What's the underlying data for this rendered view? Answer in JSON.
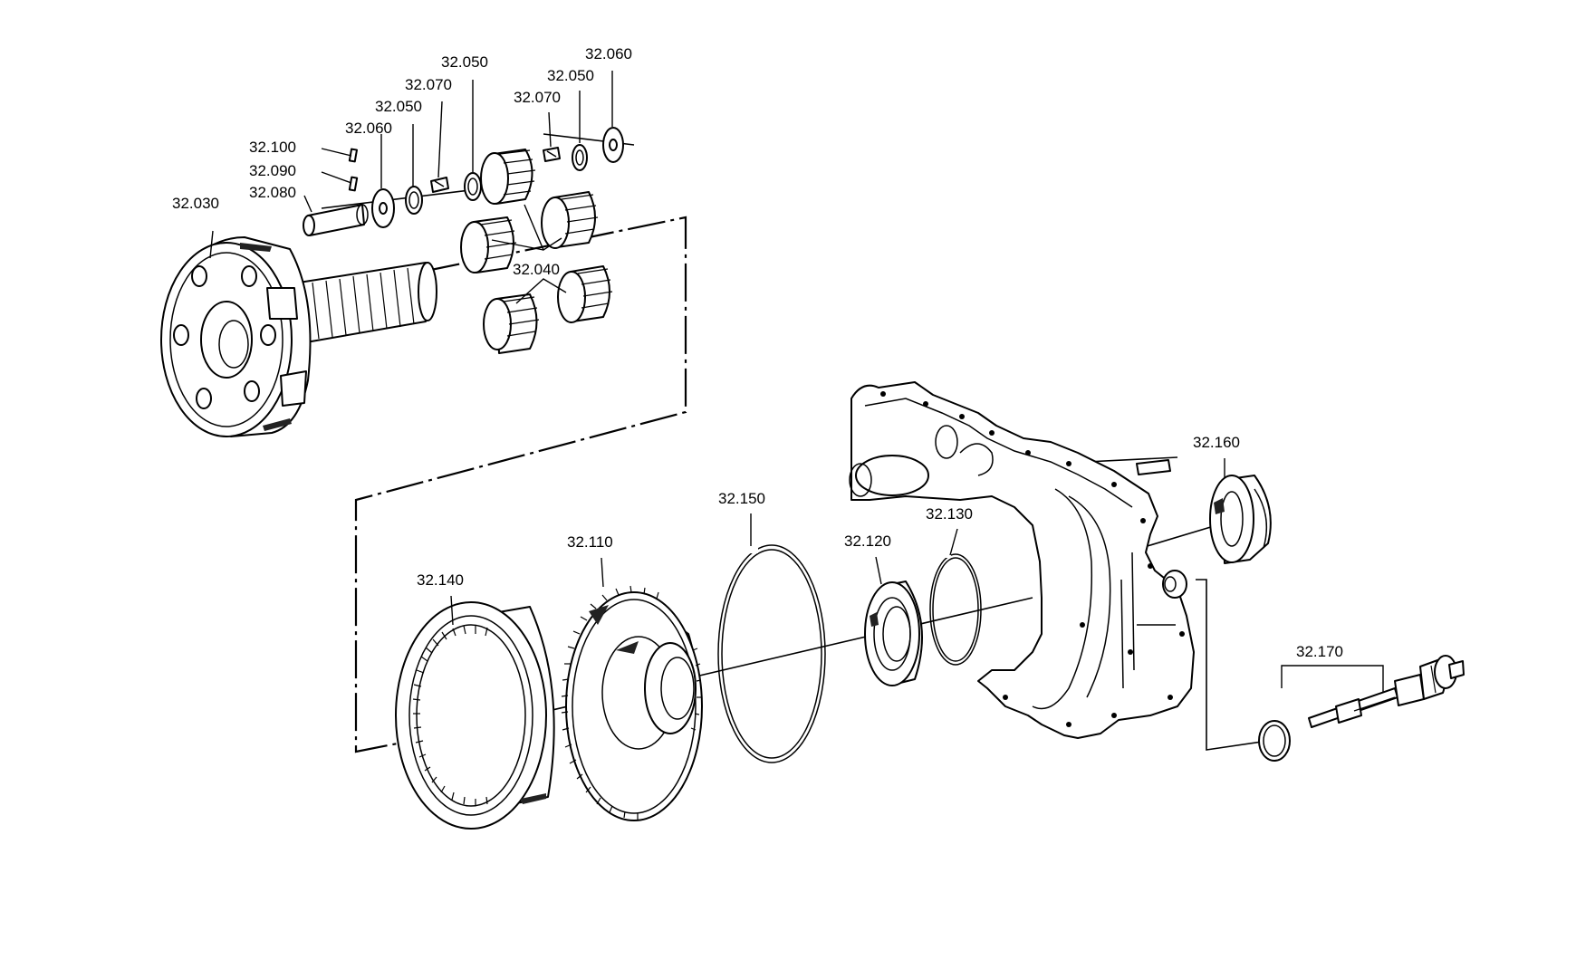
{
  "labels": {
    "p32_030": "32.030",
    "p32_040": "32.040",
    "p32_050_a": "32.050",
    "p32_050_b": "32.050",
    "p32_050_c": "32.050",
    "p32_060_a": "32.060",
    "p32_060_b": "32.060",
    "p32_070_a": "32.070",
    "p32_070_b": "32.070",
    "p32_080": "32.080",
    "p32_090": "32.090",
    "p32_100": "32.100",
    "p32_110": "32.110",
    "p32_120": "32.120",
    "p32_130": "32.130",
    "p32_140": "32.140",
    "p32_150": "32.150",
    "p32_160": "32.160",
    "p32_170": "32.170"
  }
}
